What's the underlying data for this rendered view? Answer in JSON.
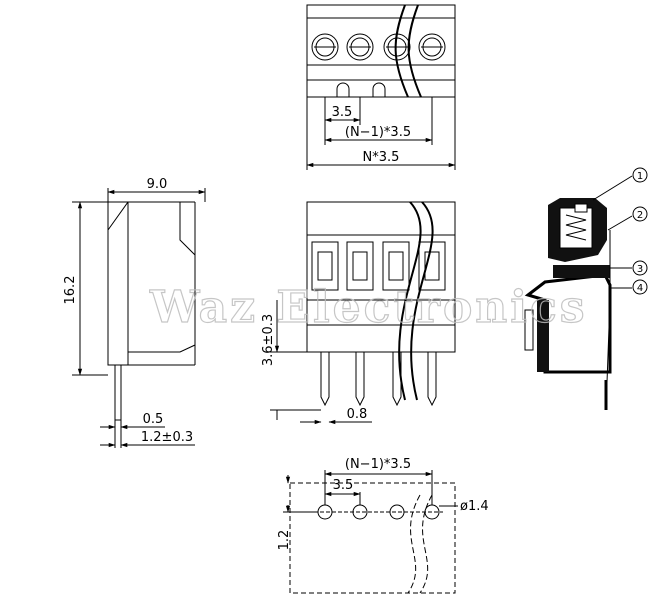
{
  "watermark": "Waz Electronics",
  "top_view": {
    "dims": {
      "pitch": "3.5",
      "span": "(N−1)*3.5",
      "total": "N*3.5"
    }
  },
  "side_view": {
    "dims": {
      "width": "9.0",
      "height": "16.2",
      "pin_thickness": "0.5",
      "pin_width": "1.2±0.3"
    }
  },
  "front_view": {
    "dims": {
      "pin_length": "3.6±0.3",
      "pin_size": "0.8"
    }
  },
  "section_view": {
    "callouts": [
      "1",
      "2",
      "3",
      "4"
    ]
  },
  "pcb_layout": {
    "dims": {
      "span": "(N−1)*3.5",
      "pitch": "3.5",
      "hole": "ø1.4",
      "row_offset": "1.2"
    }
  },
  "colors": {
    "line": "#000000",
    "watermark": "#bdbdbd"
  }
}
